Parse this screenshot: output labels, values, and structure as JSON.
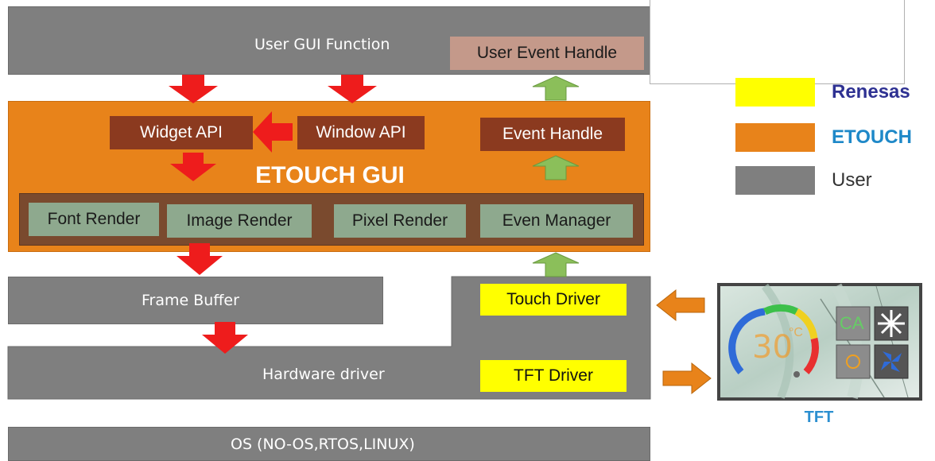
{
  "layers": {
    "user_gui_function": "User GUI Function",
    "user_event_handle": "User Event Handle",
    "widget_api": "Widget API",
    "window_api": "Window API",
    "event_handle": "Event Handle",
    "etouch_gui": "ETOUCH GUI",
    "font_render": "Font Render",
    "image_render": "Image Render",
    "pixel_render": "Pixel Render",
    "even_manager": "Even Manager",
    "frame_buffer": "Frame Buffer",
    "touch_driver": "Touch Driver",
    "hardware_driver": "Hardware driver",
    "tft_driver": "TFT Driver",
    "os": "OS (NO-OS,RTOS,LINUX)"
  },
  "legend": [
    {
      "label": "Renesas",
      "color": "#ffff00",
      "text_color": "#2e3192"
    },
    {
      "label": "ETOUCH",
      "color": "#e8831a",
      "text_color": "#1e88c8"
    },
    {
      "label": "User",
      "color": "#7f7f7f",
      "text_color": "#333333"
    }
  ],
  "tft": {
    "caption": "TFT",
    "temperature": "30",
    "unit": "°C",
    "ca_label": "CA"
  },
  "colors": {
    "arrow_down": "#ee1c1c",
    "arrow_up": "#8bbf5a",
    "arrow_side": "#e8831a"
  }
}
